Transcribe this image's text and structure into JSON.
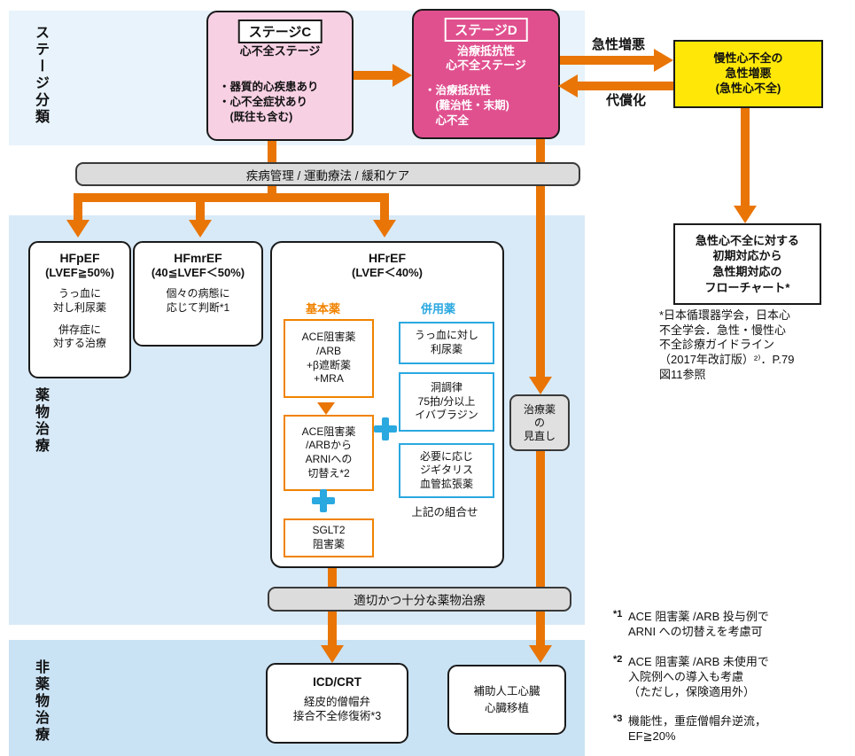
{
  "section_labels": {
    "stage": "ステージ分類",
    "drug": "薬物治療",
    "nondrug": "非薬物治療"
  },
  "stage_c": {
    "title": "ステージC",
    "subtitle": "心不全ステージ",
    "body": "・器質的心疾患あり\n・心不全症状あり\n　(既往も含む)"
  },
  "stage_d": {
    "title": "ステージD",
    "subtitle": "治療抵抗性\n心不全ステージ",
    "body": "・治療抵抗性\n　(難治性・末期)\n　心不全"
  },
  "acute_box": "慢性心不全の\n急性増悪\n(急性心不全)",
  "transition_labels": {
    "worsening": "急性増悪",
    "compensation": "代償化"
  },
  "care_bar": "疾病管理 / 運動療法 / 緩和ケア",
  "hfpef": {
    "title": "HFpEF",
    "range": "(LVEF≧50%)",
    "body1": "うっ血に\n対し利尿薬",
    "body2": "併存症に\n対する治療"
  },
  "hfmref": {
    "title": "HFmrEF",
    "range": "(40≦LVEF＜50%)",
    "body": "個々の病態に\n応じて判断*1"
  },
  "hfref": {
    "title": "HFrEF",
    "range": "(LVEF＜40%)",
    "basic_label": "基本薬",
    "concomitant_label": "併用薬",
    "basic_boxes": [
      "ACE阻害薬\n/ARB\n+β遮断薬\n+MRA",
      "ACE阻害薬\n/ARBから\nARNIへの\n切替え*2",
      "SGLT2\n阻害薬"
    ],
    "concomitant_boxes": [
      "うっ血に対し\n利尿薬",
      "洞調律\n75拍/分以上\nイバブラジン",
      "必要に応じ\nジギタリス\n血管拡張薬"
    ],
    "combination_note": "上記の組合せ"
  },
  "review_box": "治療薬\nの\n見直し",
  "adequate_bar": "適切かつ十分な薬物治療",
  "icd_box": {
    "title": "ICD/CRT",
    "body": "経皮的僧帽弁\n接合不全修復術*3"
  },
  "vad_box": "補助人工心臓\n心臓移植",
  "flowchart_box": "急性心不全に対する\n初期対応から\n急性期対応の\nフローチャート*",
  "flowchart_ref": "*日本循環器学会，日本心\n不全学会．急性・慢性心\n不全診療ガイドライン\n（2017年改訂版）²⁾．P.79\n図11参照",
  "footnotes": [
    {
      "marker": "*1",
      "text": "ACE 阻害薬 /ARB 投与例で\nARNI への切替えを考慮可"
    },
    {
      "marker": "*2",
      "text": "ACE 阻害薬 /ARB 未使用で\n入院例への導入も考慮\n（ただし，保険適用外）"
    },
    {
      "marker": "*3",
      "text": "機能性，重症僧帽弁逆流，\nEF≧20%"
    }
  ],
  "colors": {
    "arrow_orange": "#e97506",
    "basic_orange": "#f08300",
    "concomitant_blue": "#2aa8e0",
    "stage_c_pink": "#f7d0e3",
    "stage_d_magenta": "#e0508f",
    "acute_yellow": "#ffe808",
    "band_blue": "#d8eaf8"
  }
}
